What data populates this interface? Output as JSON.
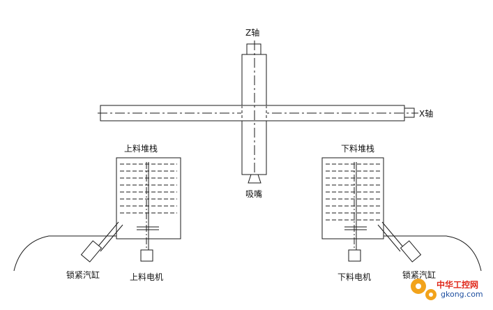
{
  "labels": {
    "z_axis": "Z轴",
    "x_axis": "X轴",
    "nozzle": "吸嘴",
    "upper_stack": "上料堆栈",
    "lower_stack": "下料堆栈",
    "upper_motor": "上料电机",
    "lower_motor": "下料电机",
    "clamp_cylinder": "锁紧汽缸"
  },
  "watermark": {
    "cn": "中华工控网",
    "en": "gkong.com",
    "gear_color": "#f2a31b",
    "text_color": "#e0291b",
    "url_color": "#1e4fa0"
  },
  "colors": {
    "line": "#1a1a1a",
    "background": "#ffffff"
  }
}
